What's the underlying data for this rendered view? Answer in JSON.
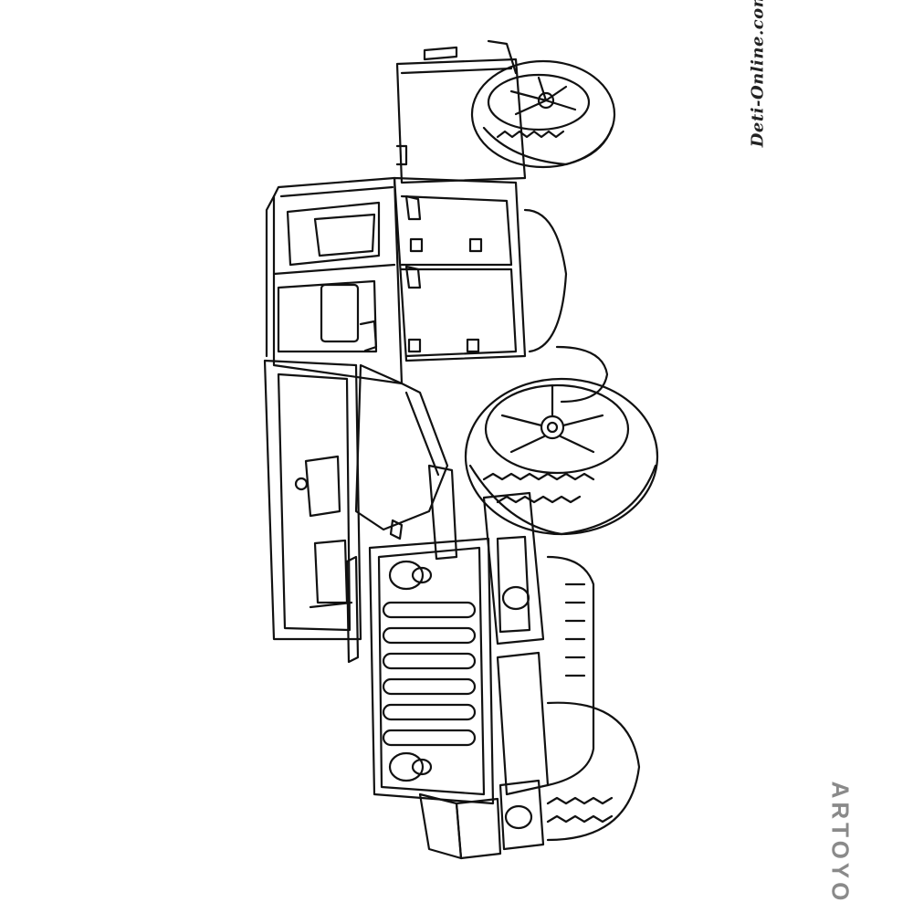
{
  "image": {
    "subject": "jeep-coloring-page",
    "line_color": "#111111",
    "background_color": "#ffffff"
  },
  "watermarks": {
    "site": "Deti-Online.com",
    "brand": "ARTOYO"
  },
  "colors": {
    "watermark_site": "#222222",
    "watermark_brand": "#8a8a8a"
  }
}
